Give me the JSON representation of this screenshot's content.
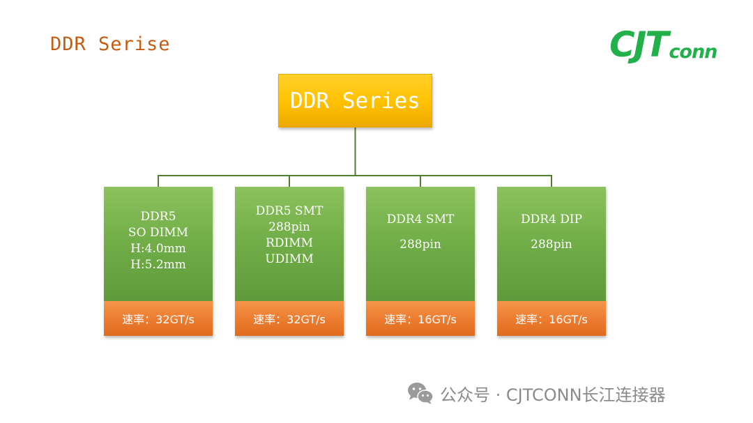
{
  "slide": {
    "title": "DDR Serise"
  },
  "logo": {
    "main": "CJT",
    "sub": "conn"
  },
  "diagram": {
    "root": "DDR Series",
    "children": [
      {
        "lines": [
          "DDR5",
          "SO DIMM",
          "H:4.0mm",
          "H:5.2mm"
        ],
        "rate": "速率：32GT/s"
      },
      {
        "lines": [
          "DDR5 SMT",
          "288pin",
          "RDIMM",
          "UDIMM"
        ],
        "rate": "速率：32GT/s"
      },
      {
        "lines": [
          "DDR4 SMT",
          "288pin"
        ],
        "rate": "速率：16GT/s"
      },
      {
        "lines": [
          "DDR4 DIP",
          "288pin"
        ],
        "rate": "速率：16GT/s"
      }
    ],
    "colors": {
      "root": "#ffc000",
      "child": "#70ad47",
      "rate": "#ed7d31",
      "connector": "#507e32",
      "title": "#c55a11",
      "logo": "#22b04b"
    }
  },
  "watermark": {
    "text": "公众号 · CJTCONN长江连接器",
    "icon": "wechat-icon"
  }
}
